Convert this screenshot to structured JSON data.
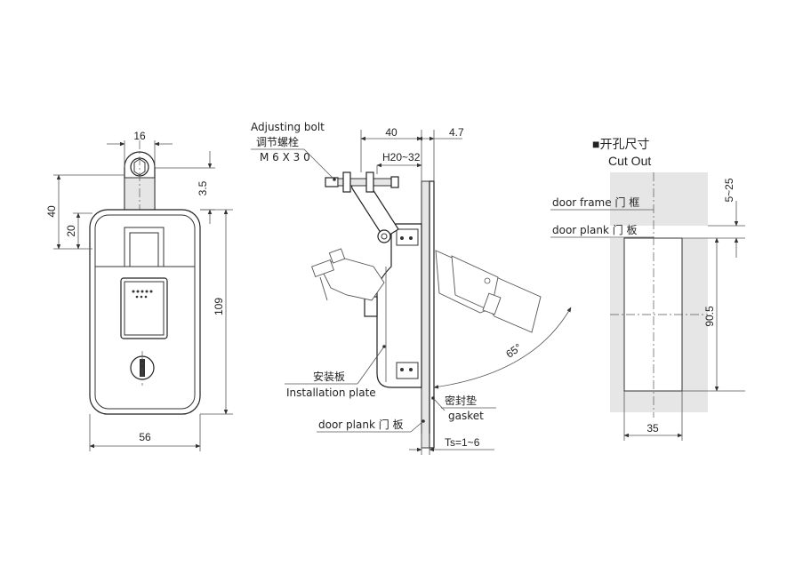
{
  "front_view": {
    "dim_top_width": "16",
    "dim_height_total": "40",
    "dim_bolt_offset": "3.5",
    "dim_body_upper": "20",
    "dim_body_height": "109",
    "dim_body_width": "56"
  },
  "side_view": {
    "adjusting_bolt_en": "Adjusting bolt",
    "adjusting_bolt_cn": "调节螺栓",
    "adjusting_bolt_spec": "M 6 X 3 0",
    "dim_depth": "40",
    "dim_flange": "4.7",
    "dim_h_range": "H20~32",
    "installation_plate_cn": "安装板",
    "installation_plate_en": "Installation plate",
    "gasket_cn": "密封垫",
    "gasket_en": "gasket",
    "door_plank_label": "door plank 门 板",
    "dim_ts_range": "Ts=1~6",
    "angle": "65°"
  },
  "cutout_view": {
    "title_cn": "■开孔尺寸",
    "title_en": "Cut Out",
    "door_frame_label": "door frame 门 框",
    "door_plank_label": "door plank 门 板",
    "dim_gap": "5~25",
    "dim_height": "90.5",
    "dim_width": "35"
  },
  "colors": {
    "line": "#333333",
    "shade": "#e6e6e6",
    "background": "#ffffff"
  }
}
